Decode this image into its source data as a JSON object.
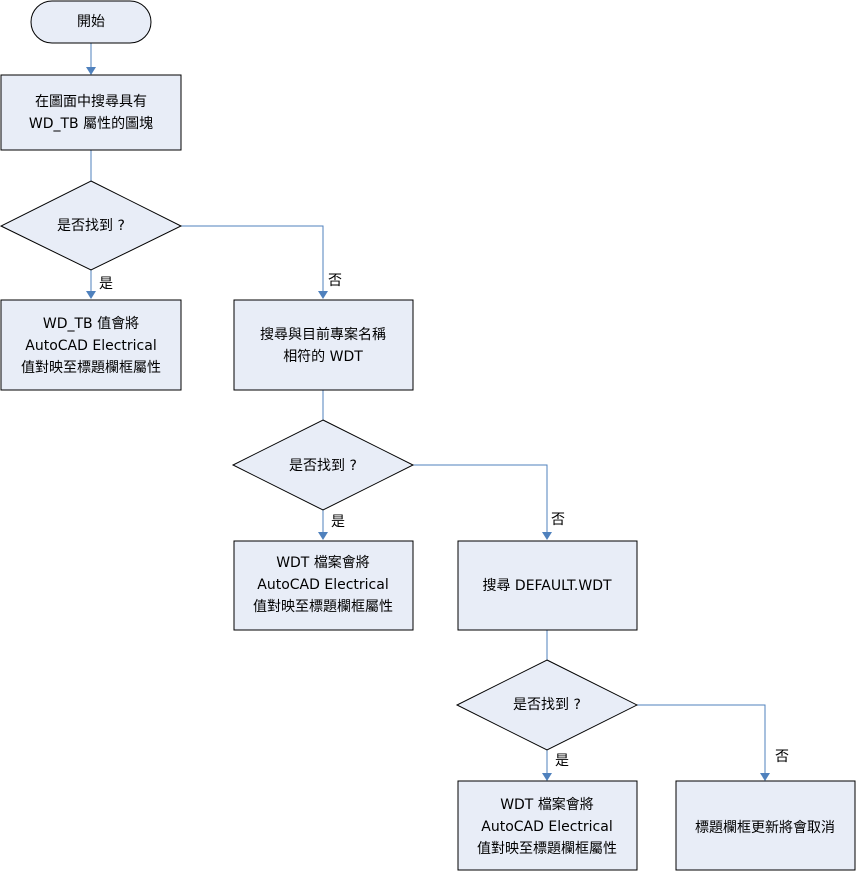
{
  "nodes": {
    "start": {
      "label": "開始"
    },
    "search_wdtb": {
      "lines": [
        "在圖面中搜尋具有",
        "WD_TB 屬性的圖塊"
      ]
    },
    "found1": {
      "label": "是否找到 ?"
    },
    "map_wdtb": {
      "lines": [
        "WD_TB 值會將",
        "AutoCAD Electrical",
        "值對映至標題欄框屬性"
      ]
    },
    "search_project_wdt": {
      "lines": [
        "搜尋與目前專案名稱",
        "相符的  WDT"
      ]
    },
    "found2": {
      "label": "是否找到 ?"
    },
    "map_wdt1": {
      "lines": [
        "WDT 檔案會將",
        "AutoCAD Electrical",
        "值對映至標題欄框屬性"
      ]
    },
    "search_default": {
      "label": "搜尋 DEFAULT.WDT"
    },
    "found3": {
      "label": "是否找到 ?"
    },
    "map_wdt2": {
      "lines": [
        "WDT 檔案會將",
        "AutoCAD Electrical",
        "值對映至標題欄框屬性"
      ]
    },
    "cancel": {
      "label": "標題欄框更新將會取消"
    }
  },
  "edge_labels": {
    "yes": "是",
    "no": "否"
  },
  "colors": {
    "shape_fill": "#e8edf7",
    "shape_stroke": "#000000",
    "connector": "#4f81bd"
  }
}
